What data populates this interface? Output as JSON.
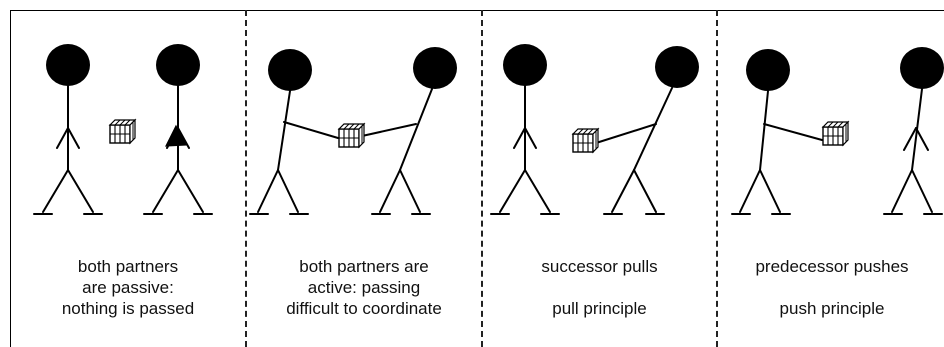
{
  "panels": [
    {
      "id": "passive",
      "caption": "both partners\nare passive:\nnothing is passed",
      "sub_caption": ""
    },
    {
      "id": "active",
      "caption": "both partners are\nactive: passing\ndifficult to coordinate",
      "sub_caption": ""
    },
    {
      "id": "pull",
      "caption": "successor pulls",
      "sub_caption": "pull principle"
    },
    {
      "id": "push",
      "caption": "predecessor pushes",
      "sub_caption": "push principle"
    }
  ],
  "icons": {
    "figure": "stick-figure",
    "package": "stacked-box-package",
    "arrow": "wedge-pointer"
  }
}
